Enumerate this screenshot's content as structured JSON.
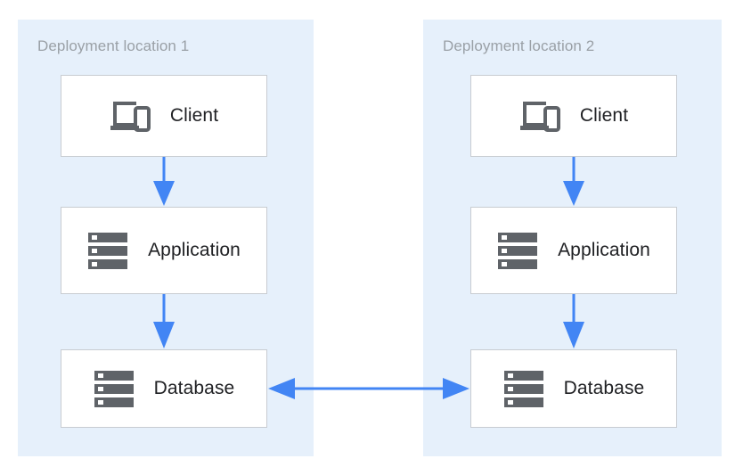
{
  "diagram": {
    "type": "architecture-diagram",
    "title": "",
    "background_color": "#ffffff",
    "zone_color": "#e6f0fb",
    "accent_color": "#4285f4",
    "node_border_color": "#c8ccd1",
    "node_fill_color": "#ffffff",
    "icon_color": "#5f6368",
    "label_color": "#202124",
    "zone_title_color": "#9aa0a6"
  },
  "zones": [
    {
      "id": "zone-1",
      "title": "Deployment location 1",
      "nodes": [
        {
          "id": "client-1",
          "label": "Client",
          "icon": "devices-icon"
        },
        {
          "id": "application-1",
          "label": "Application",
          "icon": "server-icon"
        },
        {
          "id": "database-1",
          "label": "Database",
          "icon": "server-icon"
        }
      ]
    },
    {
      "id": "zone-2",
      "title": "Deployment location 2",
      "nodes": [
        {
          "id": "client-2",
          "label": "Client",
          "icon": "devices-icon"
        },
        {
          "id": "application-2",
          "label": "Application",
          "icon": "server-icon"
        },
        {
          "id": "database-2",
          "label": "Database",
          "icon": "server-icon"
        }
      ]
    }
  ],
  "connections": [
    {
      "id": "conn-client1-app1",
      "from": "client-1",
      "to": "application-1",
      "direction": "down",
      "color": "#4285f4"
    },
    {
      "id": "conn-app1-db1",
      "from": "application-1",
      "to": "database-1",
      "direction": "down",
      "color": "#4285f4"
    },
    {
      "id": "conn-client2-app2",
      "from": "client-2",
      "to": "application-2",
      "direction": "down",
      "color": "#4285f4"
    },
    {
      "id": "conn-app2-db2",
      "from": "application-2",
      "to": "database-2",
      "direction": "down",
      "color": "#4285f4"
    },
    {
      "id": "conn-db1-db2",
      "from": "database-1",
      "to": "database-2",
      "direction": "bidirectional",
      "color": "#4285f4"
    }
  ]
}
